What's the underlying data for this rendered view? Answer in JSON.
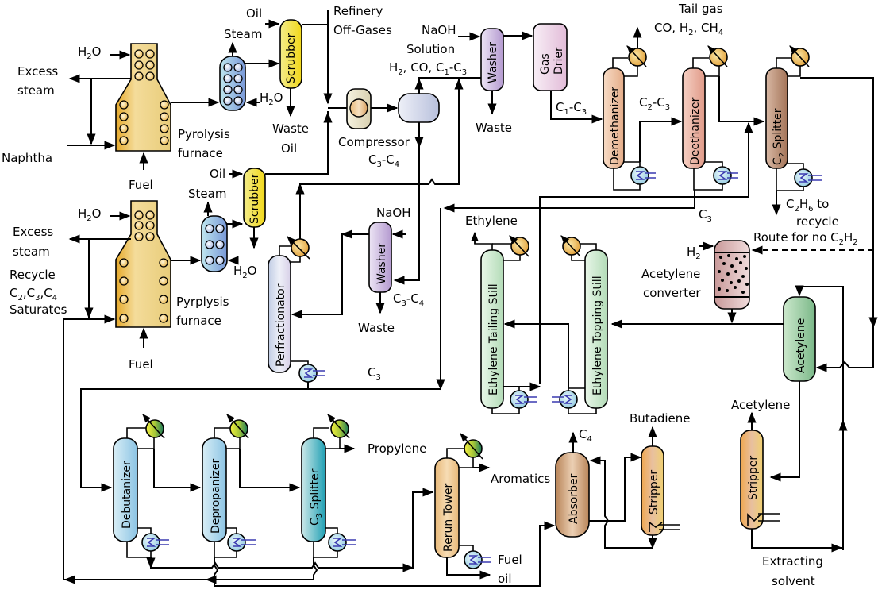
{
  "diagram": {
    "title": "Naphtha pyrolysis ethylene plant process flow",
    "equipment": {
      "furnace1": {
        "label1": "Pyrolysis",
        "label2": "furnace"
      },
      "furnace2": {
        "label1": "Pyrplysis",
        "label2": "furnace"
      },
      "scrubber1": "Scrubber",
      "scrubber2": "Scrubber",
      "compressor": "Compressor",
      "washer1": "Washer",
      "washer2": "Washer",
      "gas_drier": {
        "line1": "Gas",
        "line2": "Drier"
      },
      "demethanizer": "Demethanizer",
      "deethanizer": "Deethanizer",
      "c2_splitter": {
        "pre": "C",
        "sub": "2",
        "post": " Splitter"
      },
      "perfractionator": "Perfractionator",
      "ethylene_tailing_still": "Ethylene Tailing Still",
      "ethylene_topping_still": "Ethylene Topping Still",
      "acetylene_converter": {
        "line1": "Acetylene",
        "line2": "converter"
      },
      "acetylene_column": "Acetylene",
      "debutanizer": "Debutanizer",
      "depropanizer": "Depropanizer",
      "c3_splitter": {
        "pre": "C",
        "sub": "3",
        "post": " Splitter"
      },
      "rerun_tower": "Rerun Tower",
      "absorber": "Absorber",
      "stripper_butadiene": "Stripper",
      "stripper_acetylene": "Stripper"
    },
    "streams": {
      "excess_steam_1": {
        "line1": "Excess",
        "line2": "steam"
      },
      "excess_steam_2": {
        "line1": "Excess",
        "line2": "steam"
      },
      "naphtha": "Naphtha",
      "h2o_a": {
        "pre": "H",
        "sub": "2",
        "post": "O"
      },
      "fuel_1": "Fuel",
      "fuel_2": "Fuel",
      "steam_1": "Steam",
      "steam_2": "Steam",
      "oil_1": "Oil",
      "oil_2": "Oil",
      "waste_oil": {
        "line1": "Waste",
        "line2": "Oil"
      },
      "refinery": {
        "line1": "Refinery",
        "line2": "Off-Gases"
      },
      "naoh_solution": {
        "line1": "NaOH",
        "line2": "Solution"
      },
      "naoh": "NaOH",
      "h2_co_c1c3": {
        "a": "H",
        "b": "2",
        "c": ", CO, C",
        "d": "1",
        "e": "-C",
        "f": "3"
      },
      "c3c4_a": {
        "a": "C",
        "b": "3",
        "c": "-C",
        "d": "4"
      },
      "c3c4_b": {
        "a": "C",
        "b": "3",
        "c": "-C",
        "d": "4"
      },
      "waste_1": "Waste",
      "waste_2": "Waste",
      "tail_gas": {
        "line1": "Tail gas",
        "line2a": "CO, H",
        "line2b": "2",
        "line2c": ", CH",
        "line2d": "4"
      },
      "c1c3": {
        "a": "C",
        "b": "1",
        "c": "-C",
        "d": "3"
      },
      "c2c3": {
        "a": "C",
        "b": "2",
        "c": "-C",
        "d": "3"
      },
      "c2h6": {
        "a": "C",
        "b": "2",
        "c": "H",
        "d": "6",
        "e": " to",
        "line2": "recycle"
      },
      "route_no_c2h2": {
        "a": "Route for no C",
        "b": "2",
        "c": "H",
        "d": "2"
      },
      "c3_a": {
        "a": "C",
        "b": "3"
      },
      "c3_b": {
        "a": "C",
        "b": "3"
      },
      "h2_conv": {
        "a": "H",
        "b": "2"
      },
      "recycle": {
        "line1": "Recycle",
        "line2a": "C",
        "line2b": "2",
        "line2c": ",C",
        "line2d": "3",
        "line2e": ",C",
        "line2f": "4",
        "line3": "Saturates"
      },
      "ethylene": "Ethylene",
      "propylene": "Propylene",
      "aromatics": "Aromatics",
      "fuel_oil": {
        "line1": "Fuel",
        "line2": "oil"
      },
      "c4": {
        "a": "C",
        "b": "4"
      },
      "butadiene": "Butadiene",
      "acetylene_out": "Acetylene",
      "extracting_solvent": {
        "line1": "Extracting",
        "line2": "solvent"
      }
    },
    "colors": {
      "furnace": "#e8c66a",
      "scrubber": "#f5e642",
      "exchanger_blue": "#8fb4dd",
      "washer": "#c8b4dc",
      "gas_drier": "#ead0e4",
      "demethanizer": "#f0c6a8",
      "deethanizer": "#eab4a4",
      "c2_splitter": "#b88a70",
      "green_still": "#cfe8cf",
      "acetylene_col": "#8fc49a",
      "converter": "#d8b4b4",
      "blue_col": "#a8d4ea",
      "teal_col": "#3aa8b8",
      "rerun": "#efc48a",
      "absorber": "#c8966a",
      "stripper": "#f0b060",
      "condenser": "#f0c060"
    }
  }
}
